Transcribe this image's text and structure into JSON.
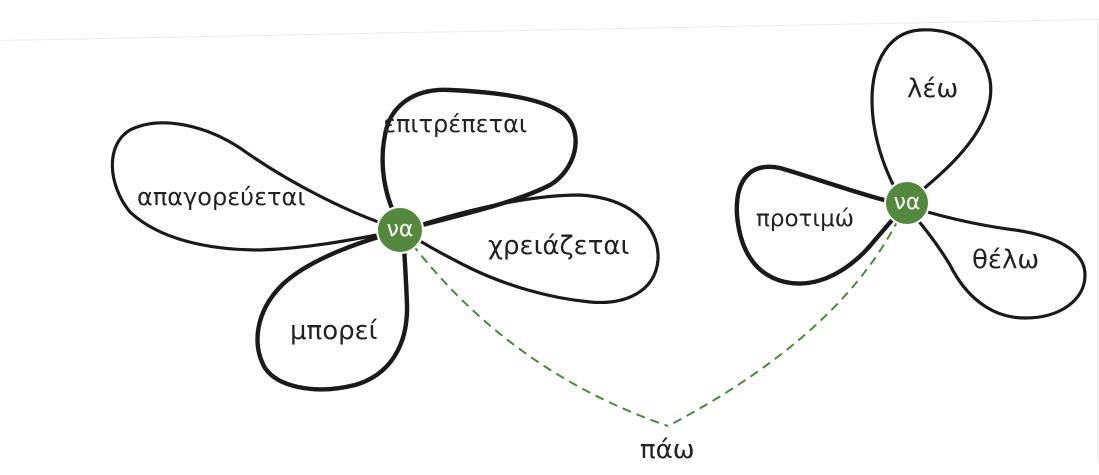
{
  "diagram": {
    "flower_left": {
      "center": "να",
      "petals": [
        "επιτρέπεται",
        "απαγορεύεται",
        "χρειάζεται",
        "μπορεί"
      ]
    },
    "flower_right": {
      "center": "να",
      "petals": [
        "λέω",
        "προτιμώ",
        "θέλω"
      ]
    },
    "connector": {
      "word": "πάω"
    },
    "colors": {
      "center_fill": "#54883f",
      "connector_line": "#4a8a3c",
      "petal_outline": "#1a1a1a"
    }
  }
}
